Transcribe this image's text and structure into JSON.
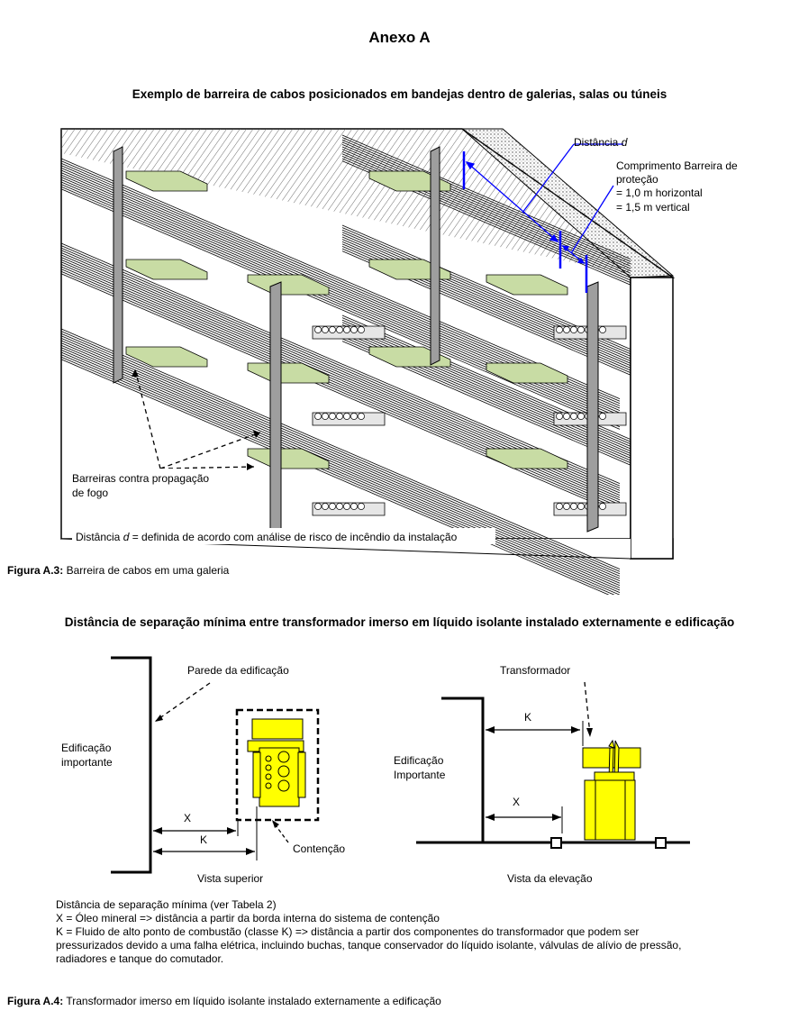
{
  "header": {
    "title": "Anexo A",
    "subtitle_a3": "Exemplo de barreira de cabos posicionados em bandejas dentro de galerias, salas ou túneis",
    "subtitle_a4": "Distância de separação mínima entre transformador imerso em líquido isolante instalado externamente e edificação"
  },
  "figure_a3": {
    "label_distance_prefix": "Distância ",
    "label_distance_var": "d",
    "label_barrier_length_1": "Comprimento Barreira de",
    "label_barrier_length_2": "proteção",
    "label_horizontal": "= 1,0 m horizontal",
    "label_vertical": "= 1,5 m vertical",
    "label_barriers_1": "Barreiras contra propagação",
    "label_barriers_2": "de fogo",
    "label_note_prefix": "Distância ",
    "label_note_var": "d",
    "label_note_suffix": " = definida de acordo com análise de risco de incêndio da instalação",
    "caption_label": "Figura A.3:",
    "caption_text": " Barreira de cabos em uma galeria",
    "colors": {
      "barrier": "#c8dca4",
      "marker": "#0000ff",
      "post": "#9e9e9e"
    }
  },
  "figure_a4": {
    "label_wall": "Parede da edificação",
    "label_building_1": "Edificação",
    "label_building_2": "importante",
    "label_x_top": "X",
    "label_k_top": "K",
    "label_containment": "Contenção",
    "label_top_view": "Vista superior",
    "label_transformer": "Transformador",
    "label_k_elev": "K",
    "label_building_elev_1": "Edificação",
    "label_building_elev_2": "Importante",
    "label_x_elev": "X",
    "label_elevation_view": "Vista da elevação",
    "colors": {
      "transformer": "#ffff00"
    }
  },
  "notes": {
    "line1": "Distância de separação mínima (ver Tabela 2)",
    "line2": "X = Óleo mineral => distância a partir da borda interna do sistema de contenção",
    "line3": "K = Fluido de alto ponto de combustão (classe K) => distância a partir dos componentes do transformador que podem ser",
    "line4": "pressurizados devido a uma falha elétrica, incluindo buchas, tanque conservador do líquido isolante, válvulas de alívio de pressão,",
    "line5": "radiadores e tanque do comutador."
  },
  "caption_a4": {
    "label": "Figura A.4:",
    "text": " Transformador imerso em líquido isolante instalado externamente a edificação"
  }
}
